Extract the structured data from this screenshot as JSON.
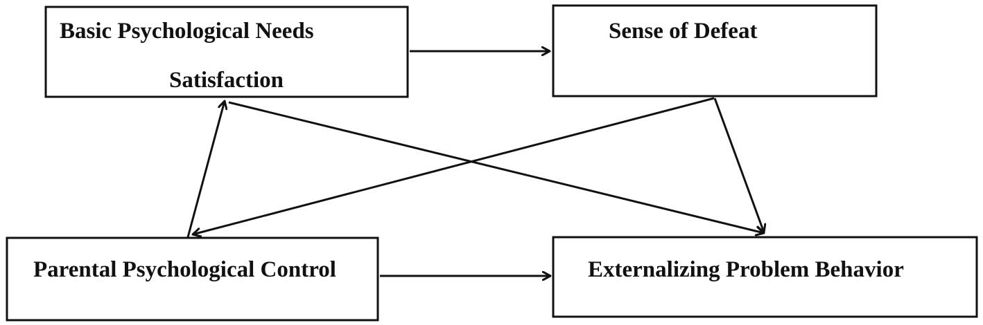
{
  "diagram": {
    "stroke_color": "#111111",
    "background_color": "#ffffff",
    "nodes": {
      "basic_needs": {
        "line1": "Basic Psychological Needs",
        "line2": "Satisfaction"
      },
      "sense_of_defeat": {
        "label": "Sense of Defeat"
      },
      "parental_control": {
        "label": "Parental Psychological Control"
      },
      "externalizing": {
        "label": "Externalizing Problem Behavior"
      }
    },
    "edges": [
      {
        "from": "basic_needs",
        "to": "sense_of_defeat"
      },
      {
        "from": "parental_control",
        "to": "externalizing"
      },
      {
        "from": "parental_control",
        "to": "basic_needs"
      },
      {
        "from": "sense_of_defeat",
        "to": "parental_control"
      },
      {
        "from": "basic_needs",
        "to": "externalizing"
      },
      {
        "from": "sense_of_defeat",
        "to": "externalizing"
      }
    ]
  }
}
